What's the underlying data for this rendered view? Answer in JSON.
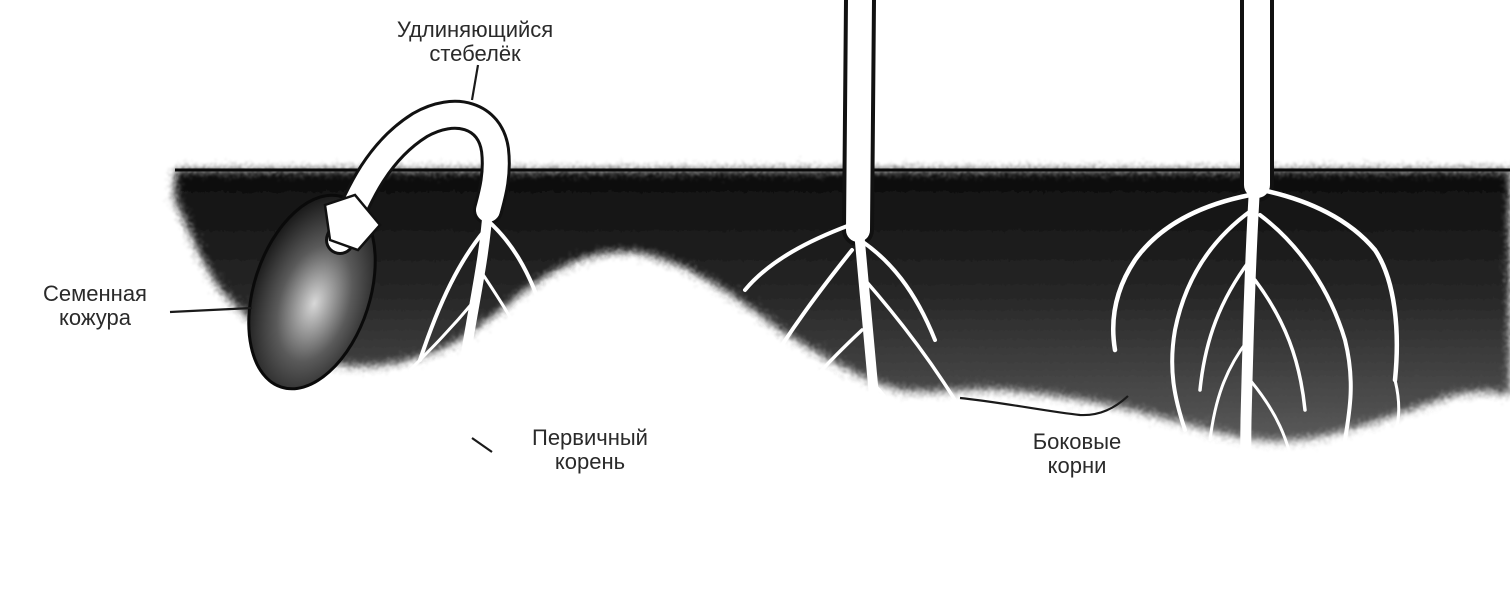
{
  "labels": {
    "stem": {
      "line1": "Удлиняющийся",
      "line2": "стебелёк"
    },
    "seed_coat": {
      "line1": "Семенная",
      "line2": "кожура"
    },
    "primary_root": {
      "line1": "Первичный",
      "line2": "корень"
    },
    "lateral_roots": {
      "line1": "Боковые",
      "line2": "корни"
    }
  },
  "colors": {
    "soil": "#1c1c1c",
    "soil_edge": "#4a4a4a",
    "plant": "#ffffff",
    "outline": "#111111",
    "background": "#ffffff"
  }
}
